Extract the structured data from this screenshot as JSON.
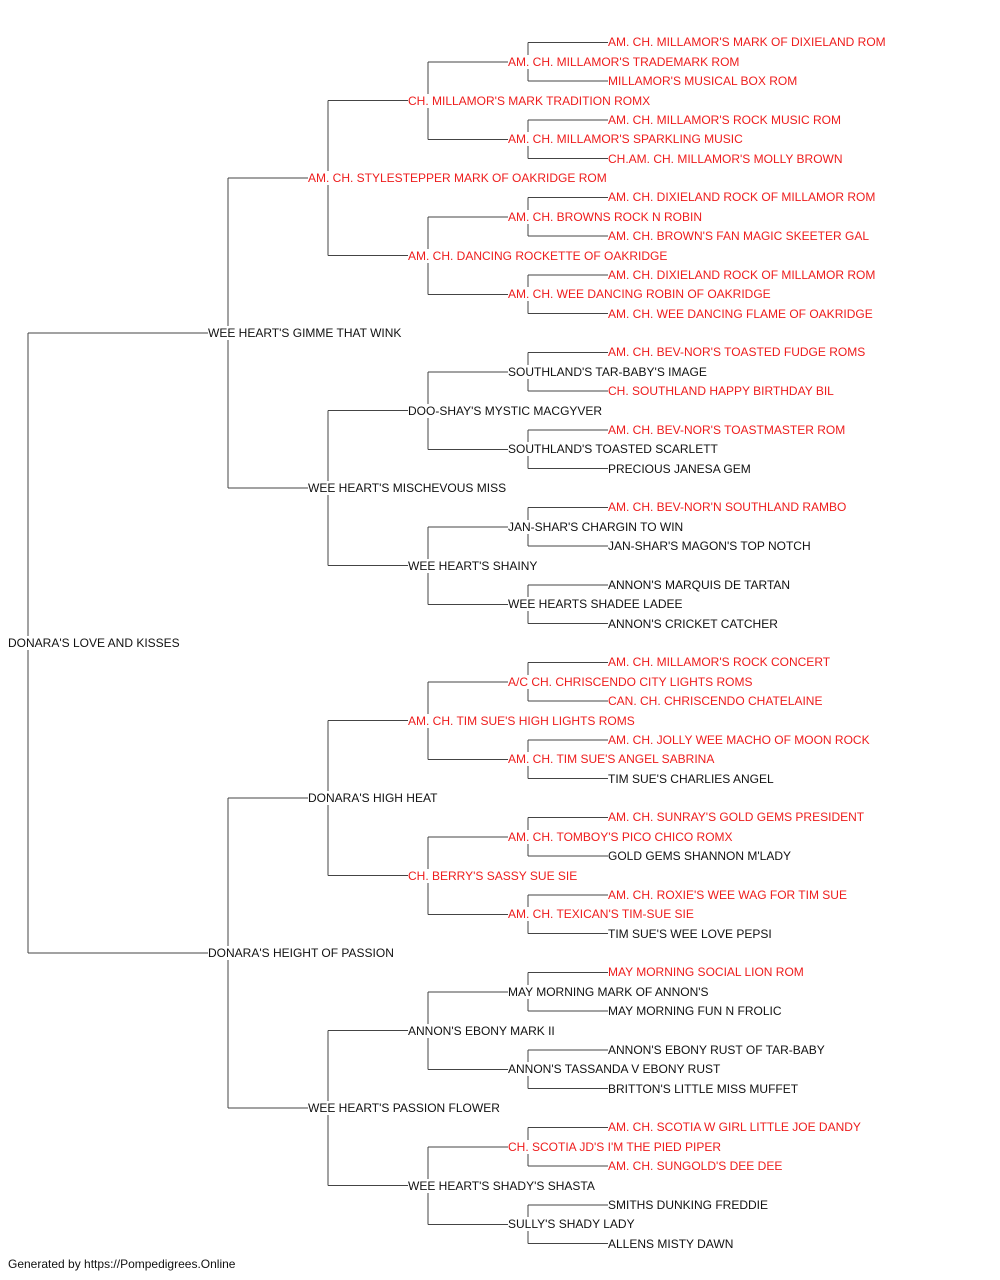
{
  "colors": {
    "champion": "#ee1c1c",
    "normal": "#111111",
    "line": "#444444"
  },
  "pedigree": {
    "name": "DONARA'S LOVE AND KISSES",
    "champion": false,
    "sire": {
      "name": "WEE HEART'S GIMME THAT WINK",
      "champion": false,
      "sire": {
        "name": "AM. CH. STYLESTEPPER MARK OF OAKRIDGE ROM",
        "champion": true,
        "sire": {
          "name": "CH. MILLAMOR'S MARK TRADITION ROMX",
          "champion": true,
          "sire": {
            "name": "AM. CH. MILLAMOR'S TRADEMARK ROM",
            "champion": true,
            "sire": {
              "name": "AM. CH. MILLAMOR'S MARK OF DIXIELAND ROM",
              "champion": true
            },
            "dam": {
              "name": "MILLAMOR'S MUSICAL BOX ROM",
              "champion": true
            }
          },
          "dam": {
            "name": "AM. CH. MILLAMOR'S SPARKLING MUSIC",
            "champion": true,
            "sire": {
              "name": "AM. CH. MILLAMOR'S ROCK MUSIC ROM",
              "champion": true
            },
            "dam": {
              "name": "CH.AM. CH. MILLAMOR'S MOLLY BROWN",
              "champion": true
            }
          }
        },
        "dam": {
          "name": "AM. CH. DANCING ROCKETTE OF OAKRIDGE",
          "champion": true,
          "sire": {
            "name": "AM. CH. BROWNS ROCK N ROBIN",
            "champion": true,
            "sire": {
              "name": "AM. CH. DIXIELAND ROCK OF MILLAMOR ROM",
              "champion": true
            },
            "dam": {
              "name": "AM. CH. BROWN'S FAN MAGIC SKEETER GAL",
              "champion": true
            }
          },
          "dam": {
            "name": "AM. CH. WEE DANCING ROBIN OF OAKRIDGE",
            "champion": true,
            "sire": {
              "name": "AM. CH. DIXIELAND ROCK OF MILLAMOR ROM",
              "champion": true
            },
            "dam": {
              "name": "AM. CH. WEE DANCING FLAME OF OAKRIDGE",
              "champion": true
            }
          }
        }
      },
      "dam": {
        "name": "WEE HEART'S MISCHEVOUS MISS",
        "champion": false,
        "sire": {
          "name": "DOO-SHAY'S MYSTIC MACGYVER",
          "champion": false,
          "sire": {
            "name": "SOUTHLAND'S TAR-BABY'S IMAGE",
            "champion": false,
            "sire": {
              "name": "AM. CH. BEV-NOR'S TOASTED FUDGE ROMS",
              "champion": true
            },
            "dam": {
              "name": "CH. SOUTHLAND HAPPY BIRTHDAY BIL",
              "champion": true
            }
          },
          "dam": {
            "name": "SOUTHLAND'S TOASTED SCARLETT",
            "champion": false,
            "sire": {
              "name": "AM. CH. BEV-NOR'S TOASTMASTER ROM",
              "champion": true
            },
            "dam": {
              "name": "PRECIOUS JANESA GEM",
              "champion": false
            }
          }
        },
        "dam": {
          "name": "WEE HEART'S SHAINY",
          "champion": false,
          "sire": {
            "name": "JAN-SHAR'S CHARGIN TO WIN",
            "champion": false,
            "sire": {
              "name": "AM. CH. BEV-NOR'N SOUTHLAND RAMBO",
              "champion": true
            },
            "dam": {
              "name": "JAN-SHAR'S MAGON'S TOP NOTCH",
              "champion": false
            }
          },
          "dam": {
            "name": "WEE HEARTS SHADEE LADEE",
            "champion": false,
            "sire": {
              "name": "ANNON'S MARQUIS DE TARTAN",
              "champion": false
            },
            "dam": {
              "name": "ANNON'S CRICKET CATCHER",
              "champion": false
            }
          }
        }
      }
    },
    "dam": {
      "name": "DONARA'S HEIGHT OF PASSION",
      "champion": false,
      "sire": {
        "name": "DONARA'S HIGH HEAT",
        "champion": false,
        "sire": {
          "name": "AM. CH. TIM SUE'S HIGH LIGHTS ROMS",
          "champion": true,
          "sire": {
            "name": "A/C CH. CHRISCENDO CITY LIGHTS ROMS",
            "champion": true,
            "sire": {
              "name": "AM. CH. MILLAMOR'S ROCK CONCERT",
              "champion": true
            },
            "dam": {
              "name": "CAN. CH. CHRISCENDO CHATELAINE",
              "champion": true
            }
          },
          "dam": {
            "name": "AM. CH. TIM SUE'S ANGEL SABRINA",
            "champion": true,
            "sire": {
              "name": "AM. CH. JOLLY WEE MACHO OF MOON ROCK",
              "champion": true
            },
            "dam": {
              "name": "TIM SUE'S CHARLIES ANGEL",
              "champion": false
            }
          }
        },
        "dam": {
          "name": "CH. BERRY'S SASSY SUE SIE",
          "champion": true,
          "sire": {
            "name": "AM. CH. TOMBOY'S PICO CHICO ROMX",
            "champion": true,
            "sire": {
              "name": "AM. CH. SUNRAY'S GOLD GEMS PRESIDENT",
              "champion": true
            },
            "dam": {
              "name": "GOLD GEMS SHANNON M'LADY",
              "champion": false
            }
          },
          "dam": {
            "name": "AM. CH. TEXICAN'S TIM-SUE SIE",
            "champion": true,
            "sire": {
              "name": "AM. CH. ROXIE'S WEE WAG FOR TIM SUE",
              "champion": true
            },
            "dam": {
              "name": "TIM SUE'S WEE LOVE PEPSI",
              "champion": false
            }
          }
        }
      },
      "dam": {
        "name": "WEE HEART'S PASSION FLOWER",
        "champion": false,
        "sire": {
          "name": "ANNON'S EBONY MARK II",
          "champion": false,
          "sire": {
            "name": "MAY MORNING MARK OF ANNON'S",
            "champion": false,
            "sire": {
              "name": "MAY MORNING SOCIAL LION ROM",
              "champion": true
            },
            "dam": {
              "name": "MAY MORNING FUN N FROLIC",
              "champion": false
            }
          },
          "dam": {
            "name": "ANNON'S TASSANDA V EBONY RUST",
            "champion": false,
            "sire": {
              "name": "ANNON'S EBONY RUST OF TAR-BABY",
              "champion": false
            },
            "dam": {
              "name": "BRITTON'S LITTLE MISS MUFFET",
              "champion": false
            }
          }
        },
        "dam": {
          "name": "WEE HEART'S SHADY'S SHASTA",
          "champion": false,
          "sire": {
            "name": "CH. SCOTIA JD'S I'M THE PIED PIPER",
            "champion": true,
            "sire": {
              "name": "AM. CH. SCOTIA W GIRL LITTLE JOE DANDY",
              "champion": true
            },
            "dam": {
              "name": "AM. CH. SUNGOLD'S DEE DEE",
              "champion": true
            }
          },
          "dam": {
            "name": "SULLY'S SHADY LADY",
            "champion": false,
            "sire": {
              "name": "SMITHS DUNKING FREDDIE",
              "champion": false
            },
            "dam": {
              "name": "ALLENS MISTY DAWN",
              "champion": false
            }
          }
        }
      }
    }
  },
  "footer": {
    "text": "Generated by https://Pompedigrees.Online"
  }
}
